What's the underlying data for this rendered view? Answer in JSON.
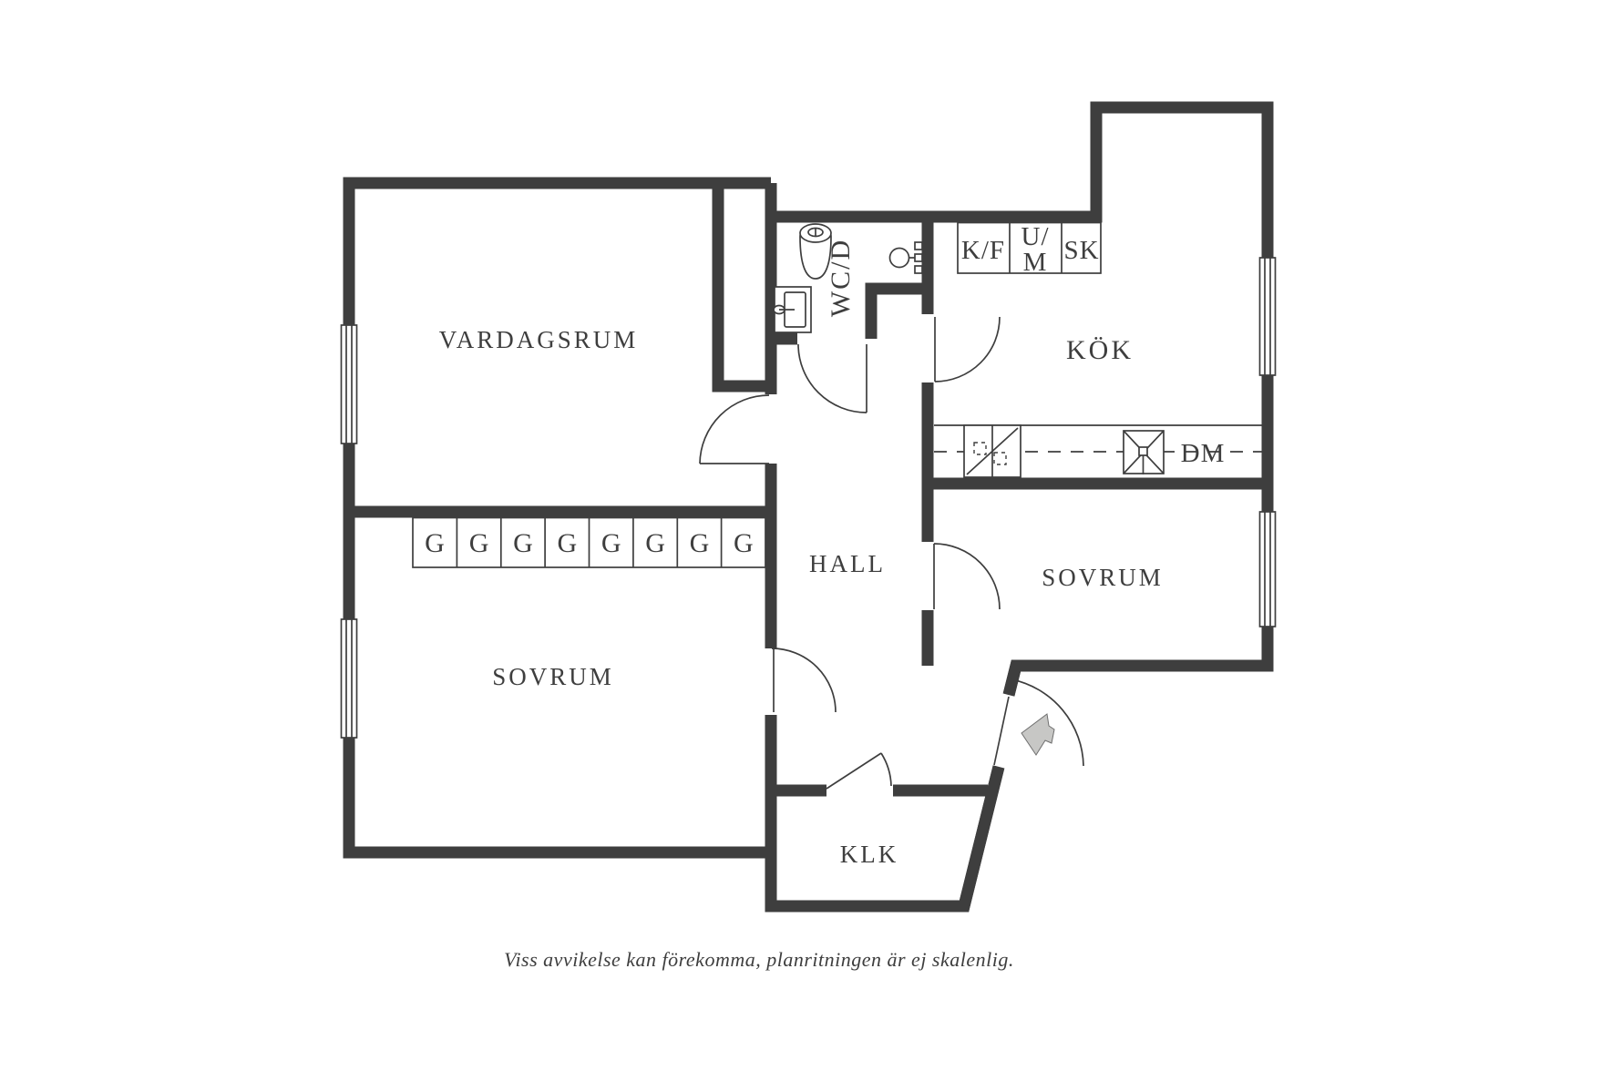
{
  "rooms": {
    "vardagsrum": "VARDAGSRUM",
    "sovrum_left": "SOVRUM",
    "sovrum_right": "SOVRUM",
    "hall": "HALL",
    "kok": "KÖK",
    "klk": "KLK",
    "wc_d": "WC/D"
  },
  "fixtures": {
    "kf": "K/F",
    "um_line1": "U/",
    "um_line2": "M",
    "sk": "SK",
    "dm": "DM"
  },
  "wardrobes": [
    "G",
    "G",
    "G",
    "G",
    "G",
    "G",
    "G",
    "G"
  ],
  "caption": "Viss avvikelse kan förekomma, planritningen är ej skalenlig.",
  "colors": {
    "line": "#3e3e3e",
    "background": "#ffffff",
    "arrow_fill": "#c7c7c5"
  }
}
